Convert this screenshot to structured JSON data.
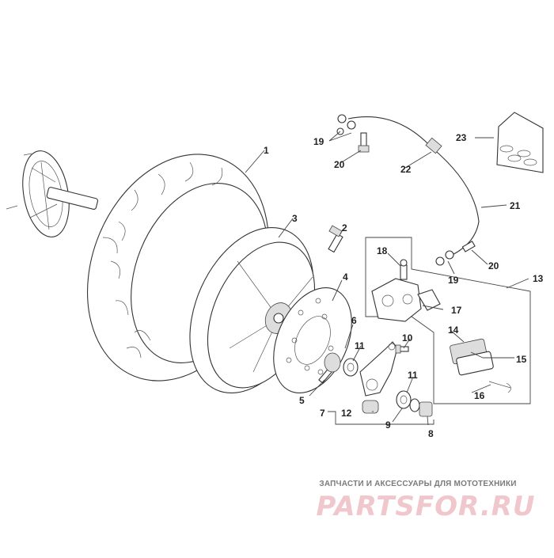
{
  "callouts": {
    "c1": "1",
    "c2": "2",
    "c3": "3",
    "c4": "4",
    "c5": "5",
    "c6": "6",
    "c7": "7",
    "c8": "8",
    "c9": "9",
    "c10": "10",
    "c11a": "11",
    "c11b": "11",
    "c12": "12",
    "c13": "13",
    "c14": "14",
    "c15": "15",
    "c16": "16",
    "c17": "17",
    "c18": "18",
    "c19a": "19",
    "c19b": "19",
    "c20a": "20",
    "c20b": "20",
    "c21": "21",
    "c22": "22",
    "c23": "23"
  },
  "watermark": {
    "tagline": "ЗАПЧАСТИ И АКСЕССУАРЫ ДЛЯ МОТОТЕХНИКИ",
    "logo": "PARTSFOR.RU",
    "logo_color": "#f0c7cc"
  }
}
